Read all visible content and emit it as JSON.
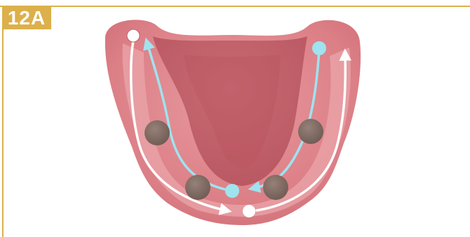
{
  "figure": {
    "label": "12A",
    "colors": {
      "frame_gold": "#dcb04a",
      "gum_outer": "#db7f86",
      "gum_highlight": "#ecaaaf",
      "tongue_area": "#c2616b",
      "implant": "#7f6a62",
      "cyan_path": "#9fe3ef",
      "white_path": "#ffffff"
    },
    "icons": [
      "implant-disc",
      "start-dot",
      "arrow-head"
    ]
  }
}
